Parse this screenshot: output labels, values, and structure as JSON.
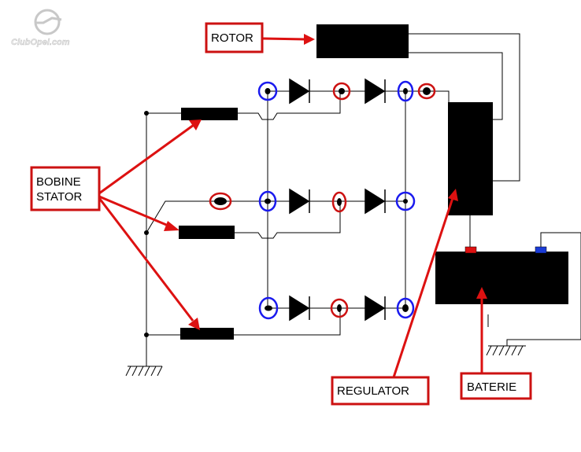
{
  "watermark": {
    "text": "ClubOpel.com",
    "icon": "opel-logo-icon"
  },
  "labels": {
    "rotor": "ROTOR",
    "stator_line1": "BOBINE",
    "stator_line2": "STATOR",
    "regulator": "REGULATOR",
    "battery": "BATERIE"
  },
  "colors": {
    "wire": "#000000",
    "component": "#000000",
    "arrow": "#dd1111",
    "label_border": "#cc1111",
    "marker_blue": "#1a1aee",
    "marker_red": "#cc1111",
    "terminal_positive": "#dd1111",
    "terminal_negative": "#1a3bd6"
  }
}
